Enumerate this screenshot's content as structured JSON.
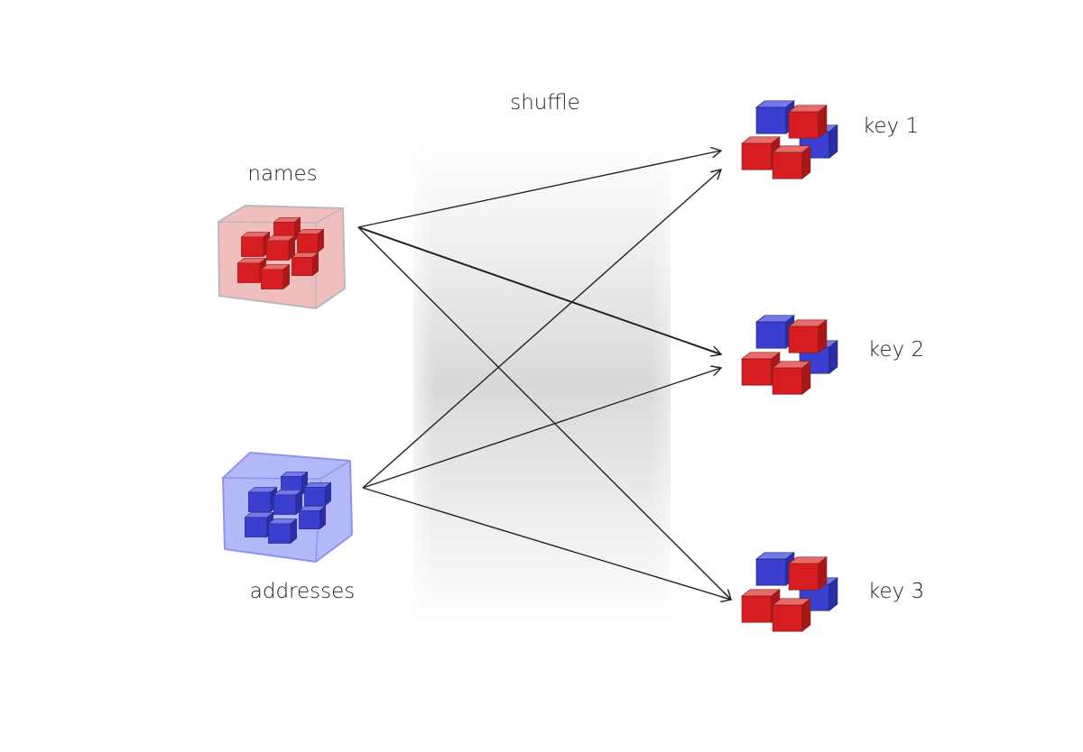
{
  "labels": {
    "shuffle": "shuffle",
    "names": "names",
    "addresses": "addresses",
    "key1": "key 1",
    "key2": "key 2",
    "key3": "key 3"
  },
  "colors": {
    "red_cube": "#d61e22",
    "blue_cube": "#3a3fd0",
    "red_box_fill": "#efb3b3",
    "blue_box_fill": "#aab0f7",
    "shuffle_band": "#d9d9d9",
    "arrow": "#222222"
  }
}
